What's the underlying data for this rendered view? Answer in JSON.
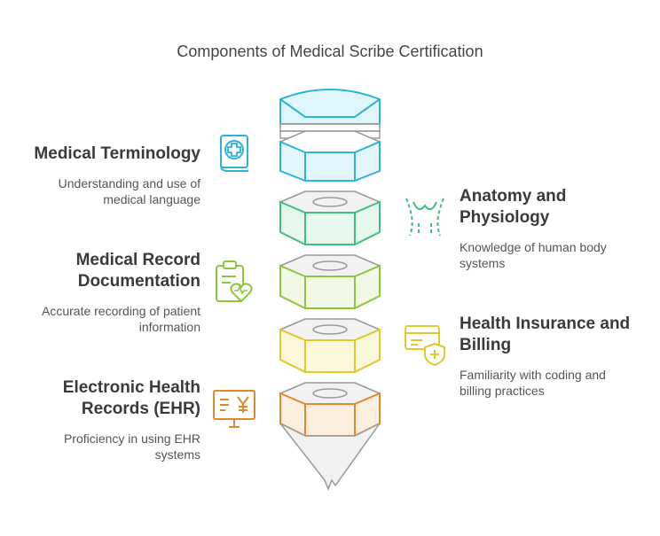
{
  "title": "Components of Medical Scribe Certification",
  "components": [
    {
      "heading_lines": [
        "Medical Terminology"
      ],
      "desc_lines": [
        "Understanding and use of",
        "medical language"
      ],
      "color": "#2bb3d9",
      "side": "left",
      "icon": "medical-book-icon"
    },
    {
      "heading_lines": [
        "Anatomy and",
        "Physiology"
      ],
      "desc_lines": [
        "Knowledge of human body",
        "systems"
      ],
      "color": "#3fbf7f",
      "side": "right",
      "icon": "human-torso-icon"
    },
    {
      "heading_lines": [
        "Medical Record",
        "Documentation"
      ],
      "desc_lines": [
        "Accurate recording of patient",
        "information"
      ],
      "color": "#8cc63f",
      "side": "left",
      "icon": "clipboard-heart-icon"
    },
    {
      "heading_lines": [
        "Health Insurance and",
        "Billing"
      ],
      "desc_lines": [
        "Familiarity with coding and",
        "billing practices"
      ],
      "color": "#e0c92a",
      "side": "right",
      "icon": "insurance-card-shield-icon"
    },
    {
      "heading_lines": [
        "Electronic Health",
        "Records (EHR)"
      ],
      "desc_lines": [
        "Proficiency in using EHR",
        "systems"
      ],
      "color": "#e08a2b",
      "side": "left",
      "icon": "ehr-monitor-icon"
    }
  ]
}
